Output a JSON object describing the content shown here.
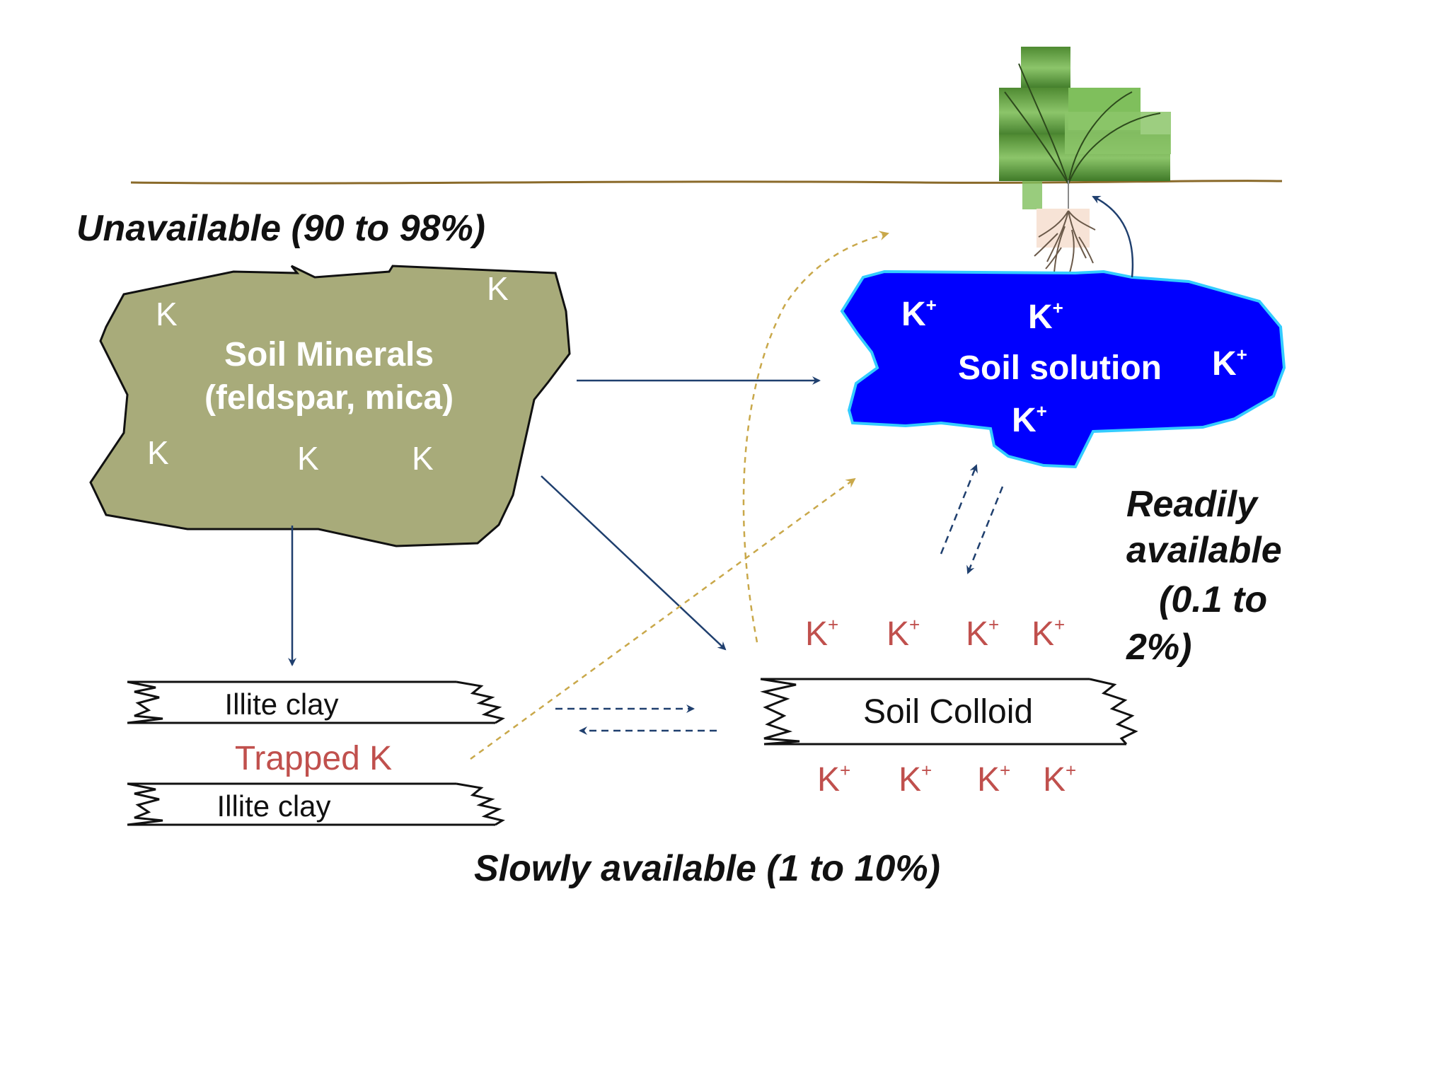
{
  "headings": {
    "unavailable": "Unavailable (90 to 98%)",
    "readily_line1": "Readily",
    "readily_line2": "available",
    "readily_line3": "(0.1 to",
    "readily_line4": "2%)",
    "slowly": "Slowly available (1 to 10%)"
  },
  "soil_minerals": {
    "title_line1": "Soil Minerals",
    "title_line2": "(feldspar, mica)",
    "k_label": "K"
  },
  "soil_solution": {
    "title": "Soil solution",
    "k_label": "K",
    "k_charge": "+"
  },
  "illite": {
    "top_label": "Illite clay",
    "bottom_label": "Illite clay",
    "trapped_label": "Trapped K"
  },
  "soil_colloid": {
    "label": "Soil Colloid",
    "k_label": "K",
    "k_charge": "+"
  },
  "colors": {
    "mineral_fill": "#a8ab7a",
    "solution_fill": "#0000ff",
    "solution_stroke": "#33ccff",
    "solid_arrow": "#1f3f6e",
    "dashed_arrow_gold": "#c9a84a",
    "dashed_arrow_blue": "#1f3f6e",
    "ground_line": "#8a6a2a",
    "red_k": "#c0504d",
    "plant_green": "#6aa84f"
  }
}
